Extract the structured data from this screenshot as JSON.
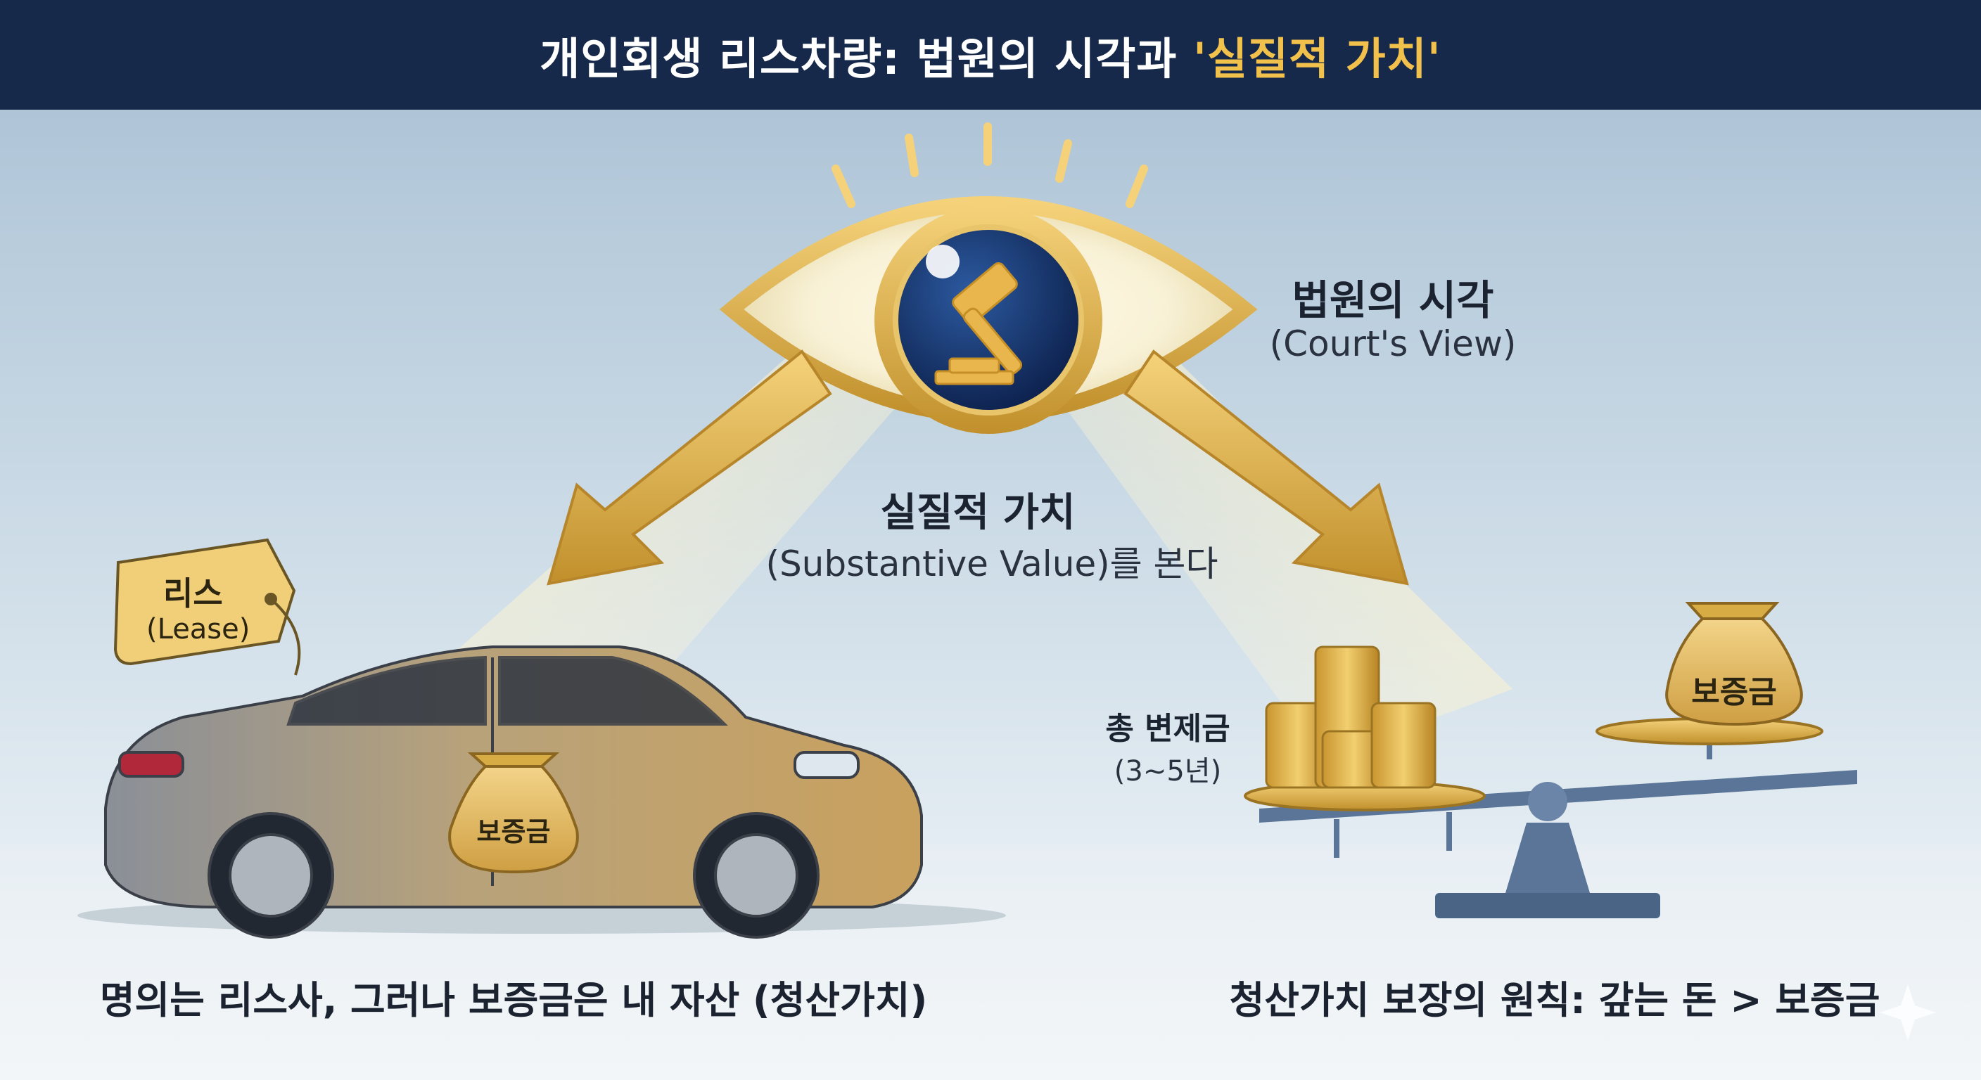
{
  "header": {
    "title_main": "개인회생 리스차량: 법원의 시각과 ",
    "title_highlight": "'실질적 가치'",
    "bg_color": "#17294a",
    "highlight_color": "#f2c14b"
  },
  "court_view": {
    "title": "법원의 시각",
    "subtitle": "(Court's View)",
    "icon": "gavel-icon"
  },
  "substantive": {
    "title": "실질적 가치",
    "subtitle": "(Substantive Value)를 본다"
  },
  "car": {
    "tag_ko": "리스",
    "tag_en": "(Lease)",
    "bag_label": "보증금",
    "caption": "명의는 리스사, 그러나 보증금은 내 자산 (청산가치)"
  },
  "scale": {
    "left_title": "총 변제금",
    "left_sub": "(3~5년)",
    "bag_label": "보증금",
    "caption": "청산가치 보장의 원칙: 갚는 돈 > 보증금"
  },
  "colors": {
    "gold": "#d8ac45",
    "navy": "#17294a",
    "scale_blue": "#4a6486"
  }
}
